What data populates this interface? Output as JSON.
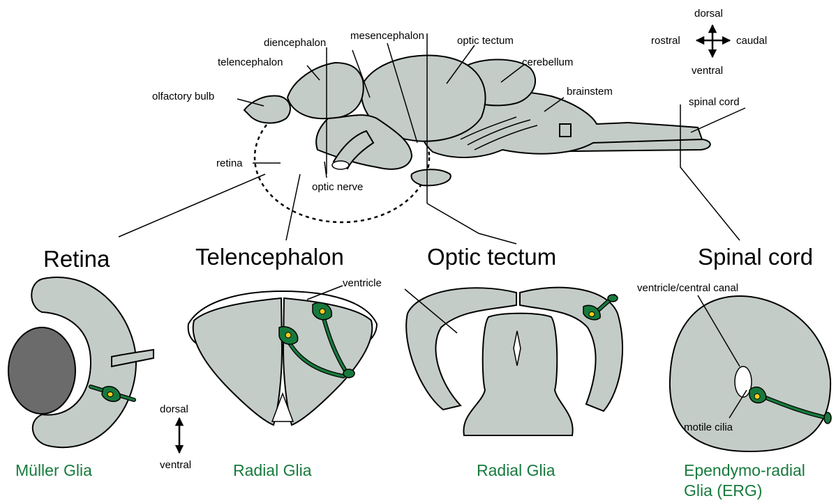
{
  "colors": {
    "tissue": "#c4ccc8",
    "lens": "#6b6b6b",
    "glia": "#177a3d",
    "nucleus": "#f3cf1b",
    "glia_label": "#177a3d"
  },
  "orientation_top": {
    "dorsal": "dorsal",
    "ventral": "ventral",
    "rostral": "rostral",
    "caudal": "caudal"
  },
  "brain_labels": {
    "diencephalon": "diencephalon",
    "mesencephalon": "mesencephalon",
    "optic_tectum": "optic tectum",
    "telencephalon": "telencephalon",
    "cerebellum": "cerebellum",
    "olfactory_bulb": "olfactory bulb",
    "brainstem": "brainstem",
    "spinal_cord": "spinal cord",
    "retina": "retina",
    "optic_nerve": "optic nerve"
  },
  "sections": {
    "retina": "Retina",
    "telencephalon": "Telencephalon",
    "optic_tectum": "Optic tectum",
    "spinal_cord": "Spinal cord"
  },
  "section_labels": {
    "ventricle": "ventricle",
    "central_canal": "ventricle/central canal",
    "motile_cilia": "motile cilia"
  },
  "orientation_bottom": {
    "dorsal": "dorsal",
    "ventral": "ventral"
  },
  "glia_types": {
    "muller": "Müller Glia",
    "radial_telencephalon": "Radial Glia",
    "radial_tectum": "Radial Glia",
    "erg_line1": "Ependymo-radial",
    "erg_line2": "Glia (ERG)"
  }
}
